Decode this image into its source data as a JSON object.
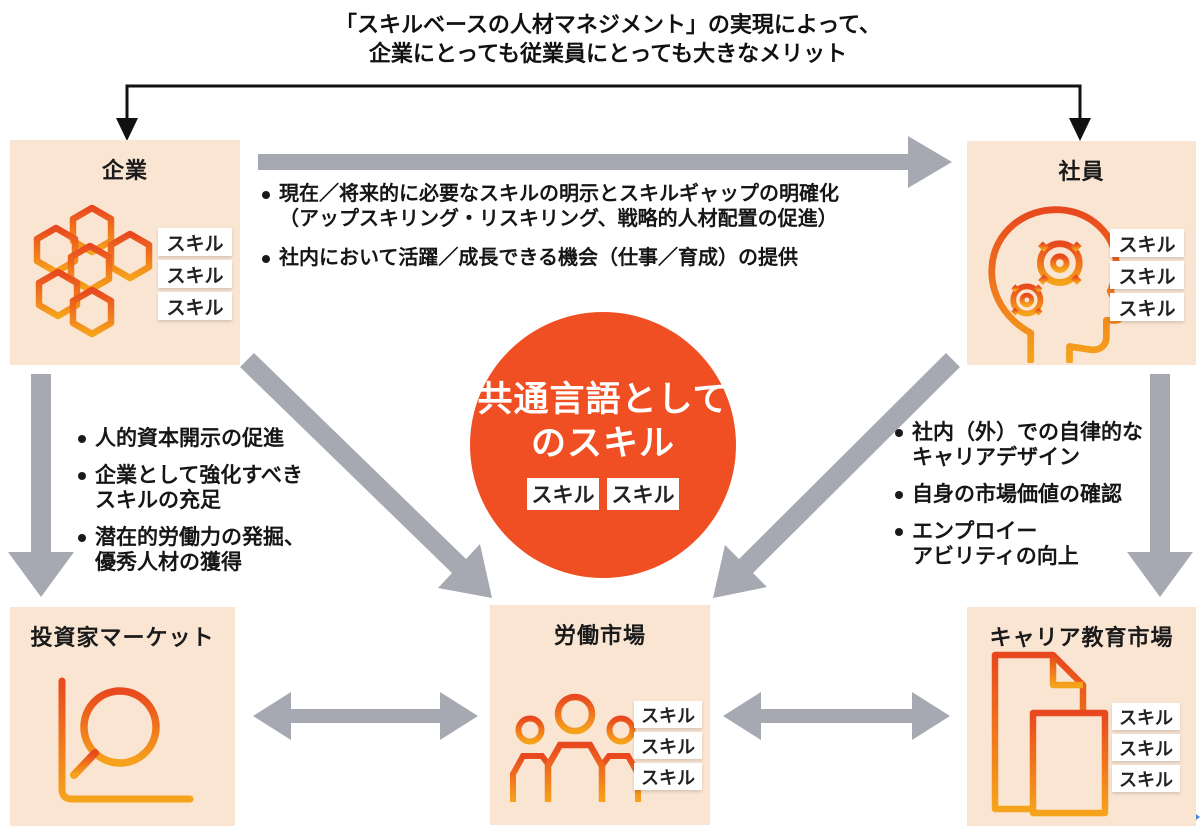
{
  "header": {
    "title_line1": "「スキルベースの人材マネジメント」の実現によって、",
    "title_line2": "企業にとっても従業員にとっても大きなメリット"
  },
  "center": {
    "line1": "共通言語として",
    "line2": "のスキル",
    "badges": [
      "スキル",
      "スキル"
    ]
  },
  "boxes": {
    "company": {
      "title": "企業",
      "skills": [
        "スキル",
        "スキル",
        "スキル"
      ]
    },
    "employee": {
      "title": "社員",
      "skills": [
        "スキル",
        "スキル",
        "スキル"
      ]
    },
    "investor": {
      "title": "投資家マーケット"
    },
    "labor": {
      "title": "労働市場",
      "skills": [
        "スキル",
        "スキル",
        "スキル"
      ]
    },
    "career": {
      "title": "キャリア教育市場",
      "skills": [
        "スキル",
        "スキル",
        "スキル"
      ]
    }
  },
  "notes": {
    "top": {
      "b1": "現在／将来的に必要なスキルの明示とスキルギャップの明確化",
      "b1_sub": "（アップスキリング・リスキリング、戦略的人材配置の促進）",
      "b2": "社内において活躍／成長できる機会（仕事／育成）の提供"
    },
    "left": {
      "b1": "人的資本開示の促進",
      "b2": "企業として強化すべき\nスキルの充足",
      "b3": "潜在的労働力の発掘、\n優秀人材の獲得"
    },
    "right": {
      "b1": "社内（外）での自律的な\nキャリアデザイン",
      "b2": "自身の市場価値の確認",
      "b3": "エンプロイー\nアビリティの向上"
    }
  },
  "icons": {
    "company": "hexagon-skill-cluster",
    "employee": "head-with-gears",
    "investor": "chart-magnifier",
    "labor": "people-group",
    "career": "documents"
  },
  "colors": {
    "accent_orange": "#f04f23",
    "panel_peach": "#fae5d3",
    "arrow_gray": "#a6a9b2",
    "icon_gradient_start": "#e8481e",
    "icon_gradient_end": "#f6a31c",
    "bracket_black": "#111111",
    "blue_tick": "#4a86d8"
  }
}
